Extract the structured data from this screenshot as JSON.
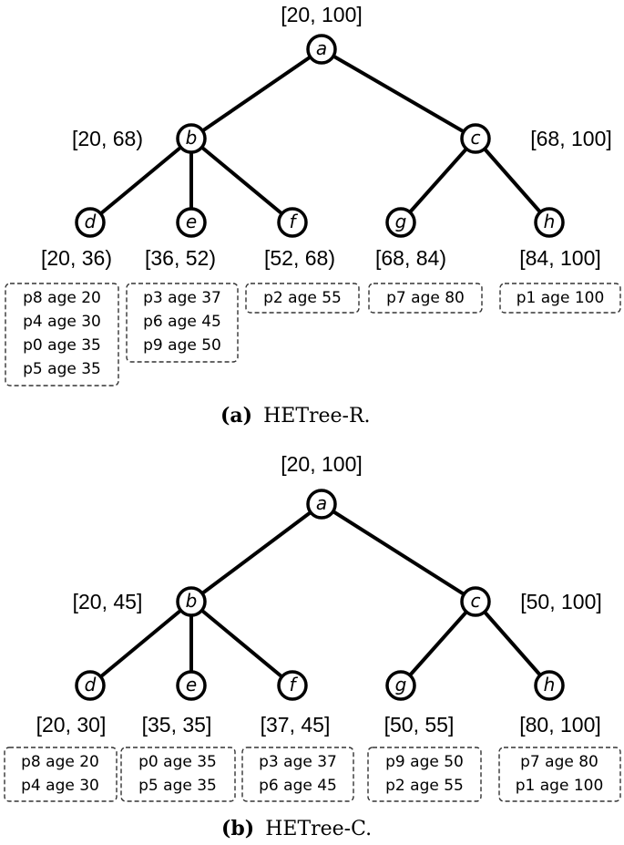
{
  "trees": [
    {
      "caption_tag": "(a)",
      "caption_text": "HETree-R.",
      "nodes": {
        "a": {
          "letter": "a",
          "range": "[20, 100]"
        },
        "b": {
          "letter": "b",
          "range": "[20, 68)"
        },
        "c": {
          "letter": "c",
          "range": "[68, 100]"
        },
        "d": {
          "letter": "d",
          "range": "[20, 36)"
        },
        "e": {
          "letter": "e",
          "range": "[36, 52)"
        },
        "f": {
          "letter": "f",
          "range": "[52, 68)"
        },
        "g": {
          "letter": "g",
          "range": "[68, 84)"
        },
        "h": {
          "letter": "h",
          "range": "[84, 100]"
        }
      },
      "leaves": [
        {
          "node": "d",
          "records": [
            "p8 age 20",
            "p4 age 30",
            "p0 age 35",
            "p5 age 35"
          ]
        },
        {
          "node": "e",
          "records": [
            "p3 age 37",
            "p6 age 45",
            "p9 age 50"
          ]
        },
        {
          "node": "f",
          "records": [
            "p2 age 55"
          ]
        },
        {
          "node": "g",
          "records": [
            "p7 age 80"
          ]
        },
        {
          "node": "h",
          "records": [
            "p1 age 100"
          ]
        }
      ]
    },
    {
      "caption_tag": "(b)",
      "caption_text": "HETree-C.",
      "nodes": {
        "a": {
          "letter": "a",
          "range": "[20, 100]"
        },
        "b": {
          "letter": "b",
          "range": "[20, 45]"
        },
        "c": {
          "letter": "c",
          "range": "[50, 100]"
        },
        "d": {
          "letter": "d",
          "range": "[20, 30]"
        },
        "e": {
          "letter": "e",
          "range": "[35, 35]"
        },
        "f": {
          "letter": "f",
          "range": "[37, 45]"
        },
        "g": {
          "letter": "g",
          "range": "[50, 55]"
        },
        "h": {
          "letter": "h",
          "range": "[80, 100]"
        }
      },
      "leaves": [
        {
          "node": "d",
          "records": [
            "p8 age 20",
            "p4 age 30"
          ]
        },
        {
          "node": "e",
          "records": [
            "p0 age 35",
            "p5 age 35"
          ]
        },
        {
          "node": "f",
          "records": [
            "p3 age 37",
            "p6 age 45"
          ]
        },
        {
          "node": "g",
          "records": [
            "p9 age 50",
            "p2 age 55"
          ]
        },
        {
          "node": "h",
          "records": [
            "p7 age 80",
            "p1 age 100"
          ]
        }
      ]
    }
  ]
}
